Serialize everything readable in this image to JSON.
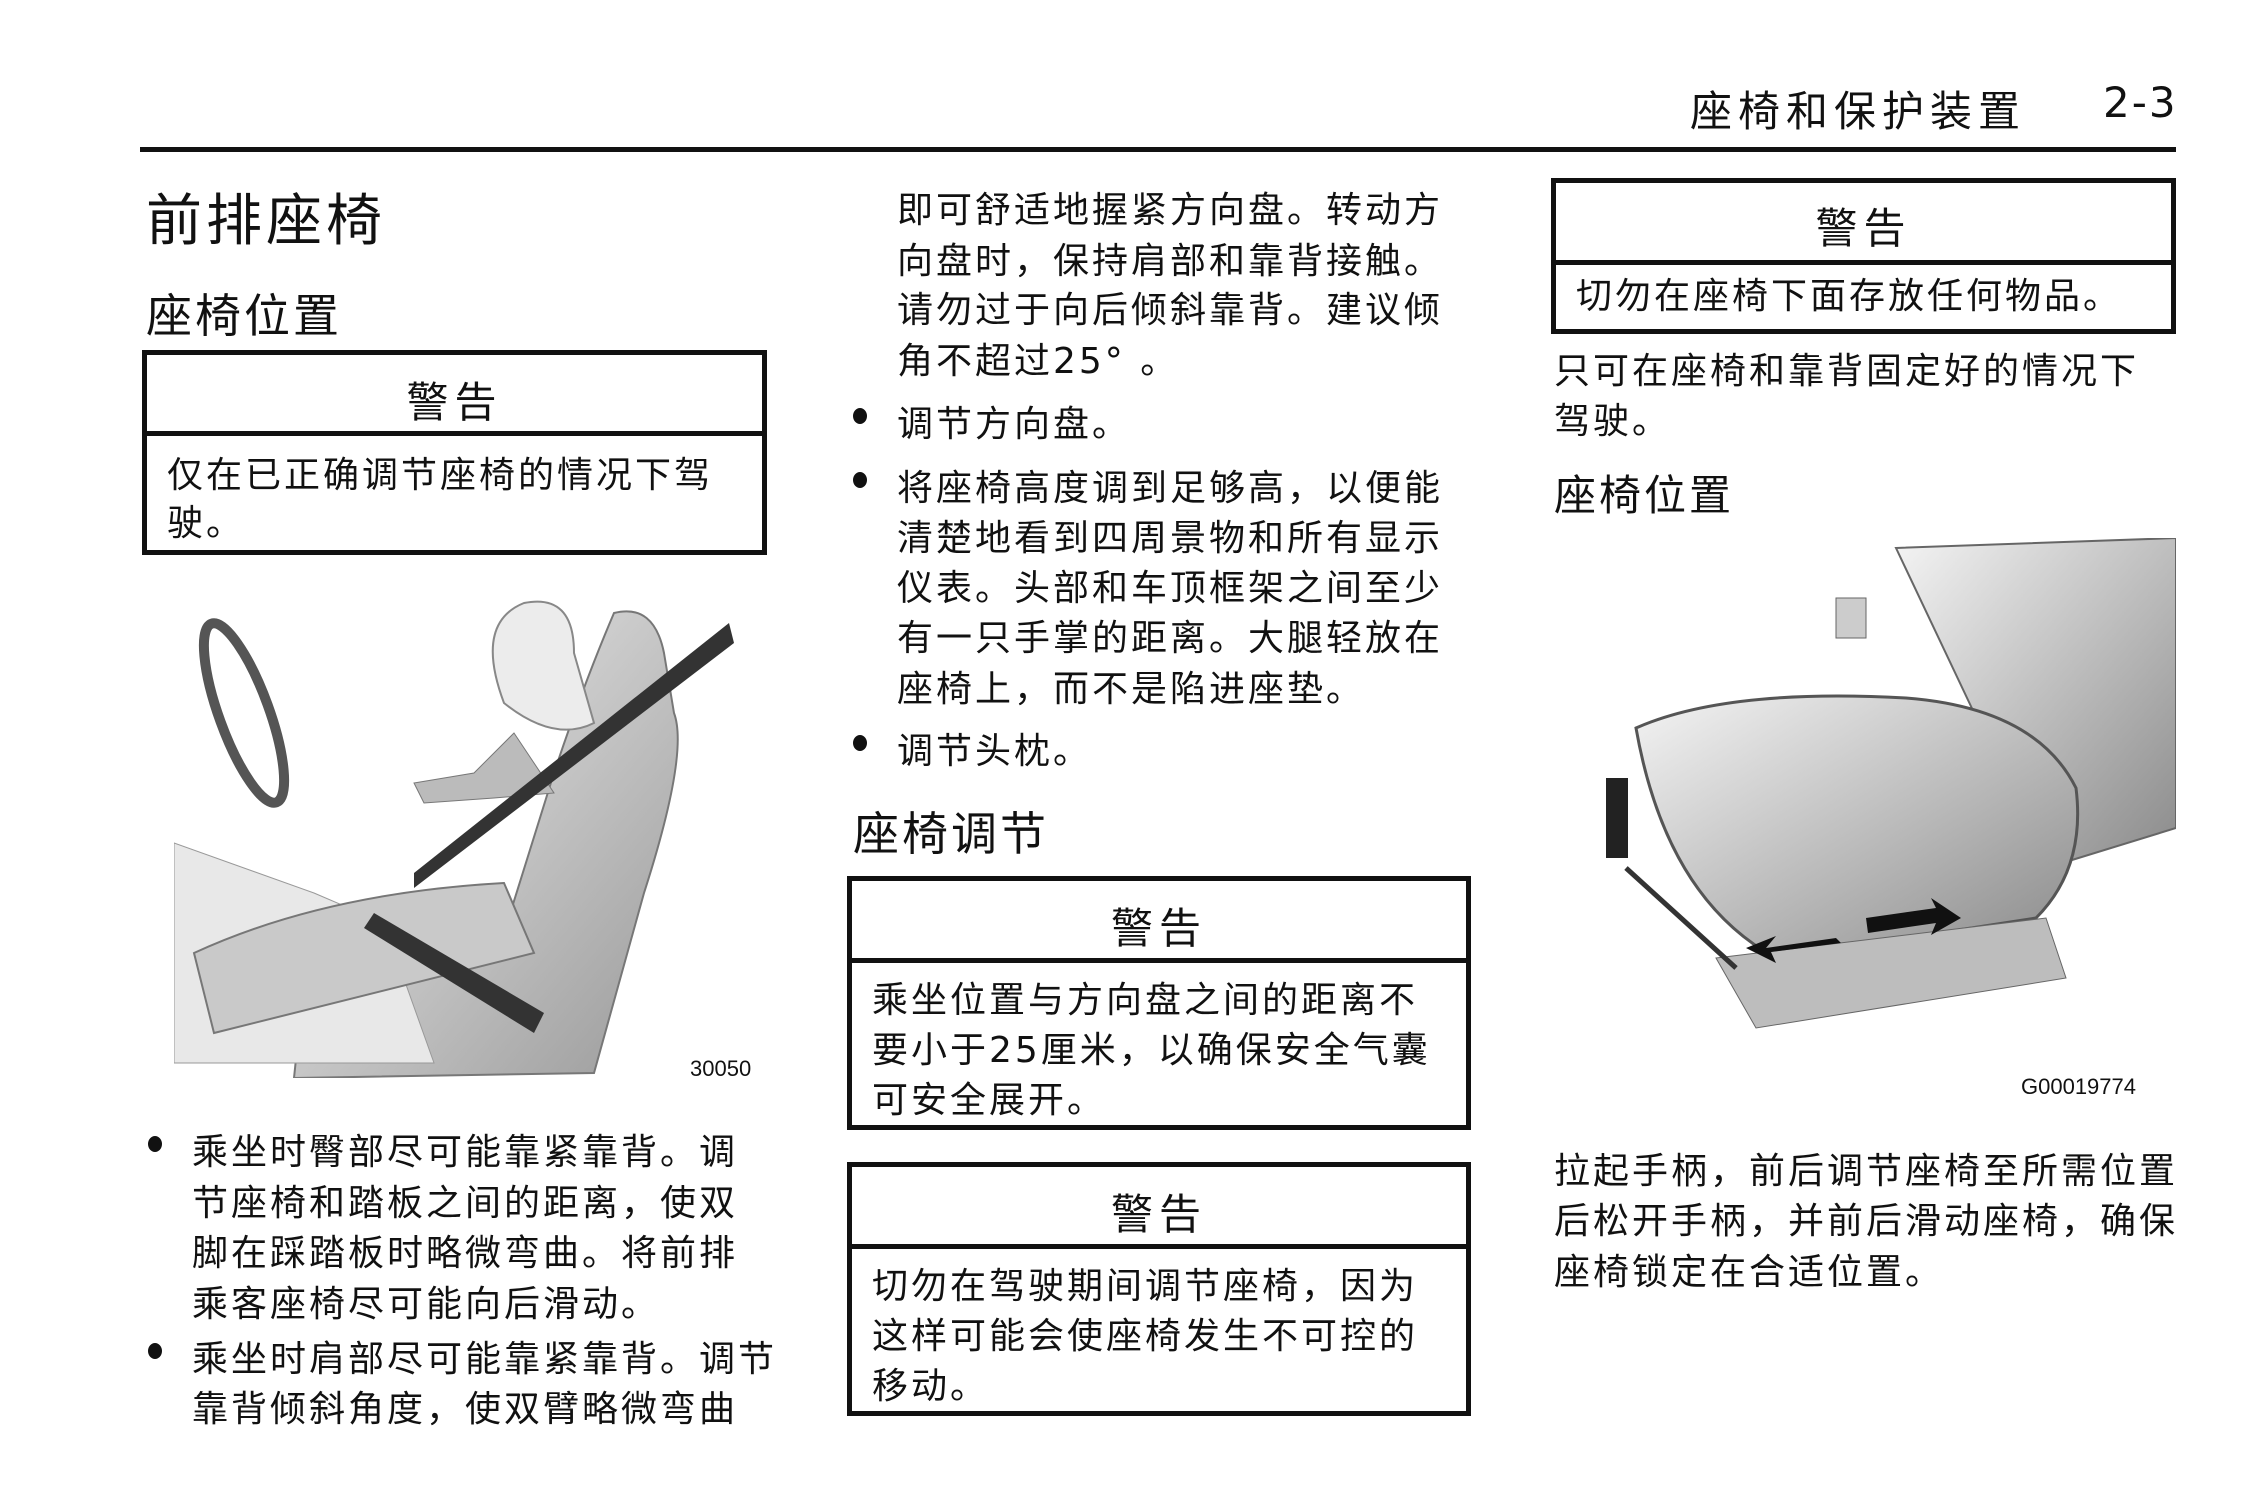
{
  "header": {
    "section": "座椅和保护装置",
    "page": "2-3"
  },
  "left": {
    "title": "前排座椅",
    "subtitle": "座椅位置",
    "warning": {
      "title": "警告",
      "lines": [
        "仅在已正确调节座椅的情况下驾",
        "驶。"
      ]
    },
    "figure_label": "30050",
    "bullets": [
      {
        "lines": [
          "乘坐时臀部尽可能靠紧靠背。调",
          "节座椅和踏板之间的距离，使双",
          "脚在踩踏板时略微弯曲。将前排",
          "乘客座椅尽可能向后滑动。"
        ]
      },
      {
        "lines": [
          "乘坐时肩部尽可能靠紧靠背。调节",
          "靠背倾斜角度，使双臂略微弯曲"
        ]
      }
    ]
  },
  "middle": {
    "continued_lines": [
      "即可舒适地握紧方向盘。转动方",
      "向盘时，保持肩部和靠背接触。",
      "请勿过于向后倾斜靠背。建议倾",
      "角不超过25°  。"
    ],
    "bullets": [
      {
        "lines": [
          "调节方向盘。"
        ]
      },
      {
        "lines": [
          "将座椅高度调到足够高，以便能",
          "清楚地看到四周景物和所有显示",
          "仪表。头部和车顶框架之间至少",
          "有一只手掌的距离。大腿轻放在",
          "座椅上，而不是陷进座垫。"
        ]
      },
      {
        "lines": [
          "调节头枕。"
        ]
      }
    ],
    "subtitle": "座椅调节",
    "warning1": {
      "title": "警告",
      "lines": [
        "乘坐位置与方向盘之间的距离不",
        "要小于25厘米，以确保安全气囊",
        "可安全展开。"
      ]
    },
    "warning2": {
      "title": "警告",
      "lines": [
        "切勿在驾驶期间调节座椅，因为",
        "这样可能会使座椅发生不可控的",
        "移动。"
      ]
    }
  },
  "right": {
    "warning": {
      "title": "警告",
      "lines": [
        "切勿在座椅下面存放任何物品。"
      ]
    },
    "para1": [
      "只可在座椅和靠背固定好的情况下",
      "驾驶。"
    ],
    "subtitle": "座椅位置",
    "figure_label": "G00019774",
    "para2": [
      "拉起手柄，前后调节座椅至所需位置",
      "后松开手柄，并前后滑动座椅，确保",
      "座椅锁定在合适位置。"
    ]
  }
}
